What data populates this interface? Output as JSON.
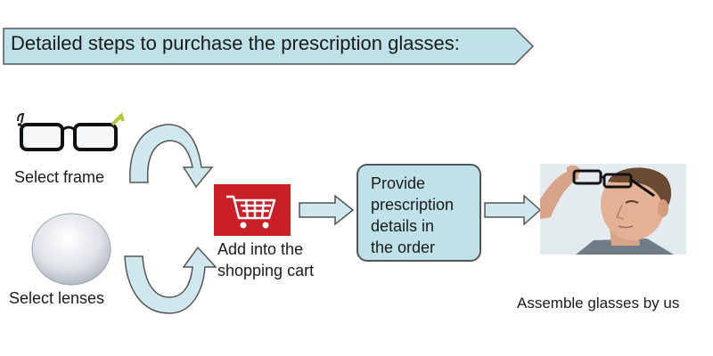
{
  "banner": {
    "title": "Detailed steps to purchase the prescription glasses:"
  },
  "steps": {
    "frame_label": "Select frame",
    "lenses_label": "Select lenses",
    "cart_label_lines": [
      "Add into the",
      "shopping cart"
    ],
    "details_lines": [
      "Provide",
      "prescription",
      "details in",
      "the order"
    ],
    "assemble_label": "Assemble glasses by us"
  },
  "icons": {
    "cart": "shopping-cart-icon",
    "frame": "glasses-frame-image",
    "lens": "lens-image",
    "photo": "man-wearing-glasses-photo"
  },
  "colors": {
    "banner_fill": "#bfe1e8",
    "details_fill": "#bfe1e8",
    "arrow_fill": "#cfe8ee",
    "cart_red": "#c91f26",
    "outline": "#555555"
  }
}
